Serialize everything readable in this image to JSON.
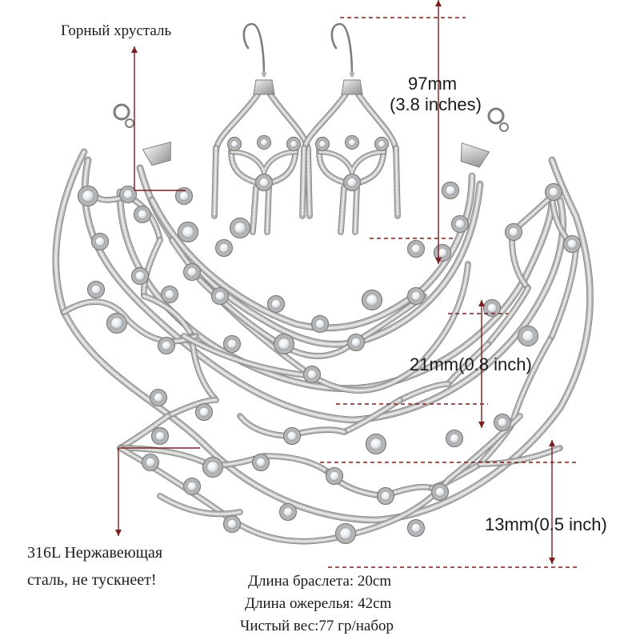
{
  "labels": {
    "crystal": "Горный хрусталь",
    "steel_line1": "316L Нержавеющая",
    "steel_line2": "сталь, не тускнеет!",
    "earring_length_mm": "97mm",
    "earring_length_in": "(3.8 inches)",
    "chain_width": "21mm(0.8 inch)",
    "drop_spacing": "13mm(0.5 inch)"
  },
  "specs": {
    "bracelet_length": "Длина браслета: 20cm",
    "necklace_length": "Длина ожерелья: 42cm",
    "net_weight": "Чистый вес:77 гр/набор"
  },
  "colors": {
    "annotation_line": "#7a1f1f",
    "metal": "#b5b5b5",
    "metal_dark": "#7d7d7d",
    "metal_light": "#e6e6e6",
    "crystal": "#f4f6f8",
    "text": "#1a1a1a"
  }
}
